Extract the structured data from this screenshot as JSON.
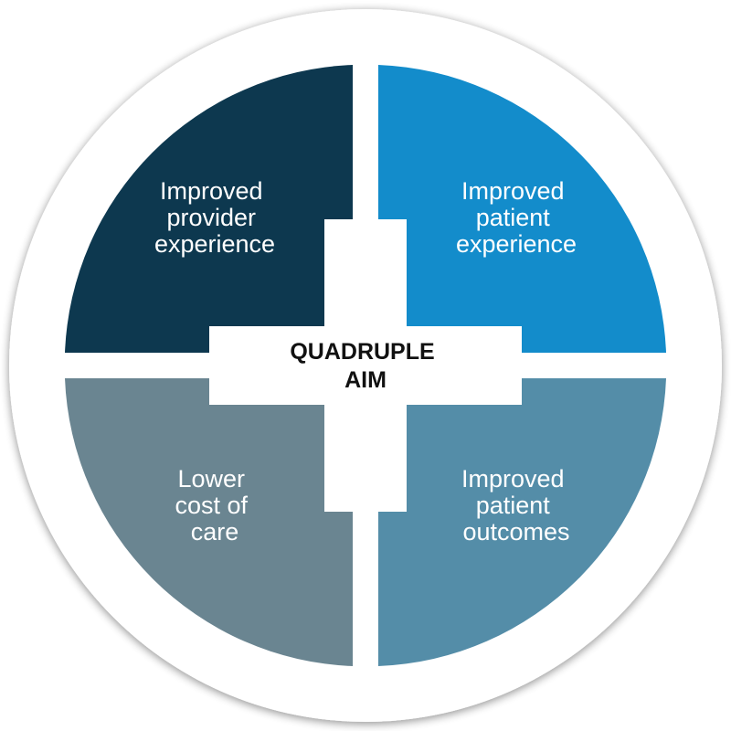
{
  "center": {
    "line1": "QUADRUPLE",
    "line2": "AIM"
  },
  "quadrants": {
    "top_left": {
      "lines": [
        "Improved",
        "provider",
        "experience"
      ],
      "color": "#0d384f"
    },
    "top_right": {
      "lines": [
        "Improved",
        "patient",
        "experience"
      ],
      "color": "#138ccb"
    },
    "bottom_left": {
      "lines": [
        "Lower",
        "cost of",
        "care"
      ],
      "color": "#6a8591"
    },
    "bottom_right": {
      "lines": [
        "Improved",
        "patient",
        "outcomes"
      ],
      "color": "#548da8"
    }
  },
  "colors": {
    "ring": "#ffffff",
    "background": "#ffffff",
    "shadow": "#b8b8b8"
  }
}
